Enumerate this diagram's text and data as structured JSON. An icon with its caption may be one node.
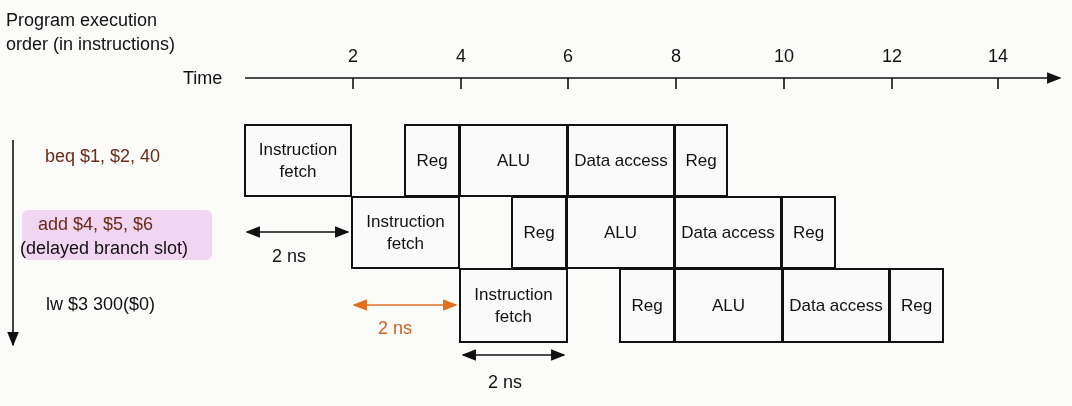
{
  "diagram": {
    "nodes": [
      {
        "text": [
          "Instruction fetch"
        ]
      },
      {
        "text": [
          "Reg"
        ]
      },
      {
        "text": [
          "ALU"
        ]
      },
      {
        "text": [
          "Data access"
        ]
      },
      {
        "text": [
          "Reg"
        ]
      },
      {
        "text": [
          "Instruction fetch"
        ]
      },
      {
        "text": [
          "Reg"
        ]
      },
      {
        "text": [
          "ALU"
        ]
      },
      {
        "text": [
          "Data access"
        ]
      },
      {
        "text": [
          "Reg"
        ]
      },
      {
        "text": [
          "Instruction fetch"
        ]
      },
      {
        "text": [
          "Reg"
        ]
      },
      {
        "text": [
          "ALU"
        ]
      },
      {
        "text": [
          "Data access"
        ]
      },
      {
        "text": [
          "Reg"
        ]
      }
    ],
    "labels": [
      "Program execution order (in instructions)",
      "Time",
      "2",
      "4",
      "6",
      "8",
      "10",
      "12",
      "14",
      "beq $1, $2, 40",
      "add $4, $5, $6",
      "(delayed branch slot)",
      "2 ns",
      "lw $3 300($0)",
      "2 ns",
      "2 ns"
    ]
  }
}
